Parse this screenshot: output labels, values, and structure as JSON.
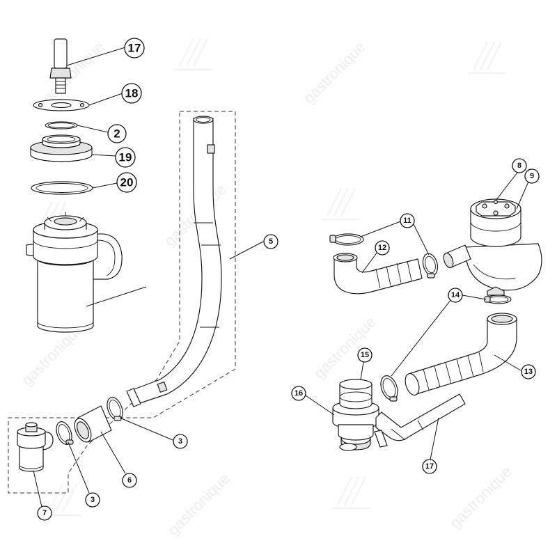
{
  "watermark": {
    "text": "gastronique"
  },
  "callouts": {
    "c17_top": "17",
    "c18": "18",
    "c2": "2",
    "c19": "19",
    "c20": "20",
    "c5": "5",
    "c3_right": "3",
    "c6": "6",
    "c3_left": "3",
    "c7": "7",
    "c8": "8",
    "c9": "9",
    "c11": "11",
    "c12": "12",
    "c14": "14",
    "c13": "13",
    "c15": "15",
    "c16": "16",
    "c17_bottom": "17"
  },
  "colors": {
    "line": "#1a1a1a",
    "fill": "#ffffff",
    "shade": "#e4e4e4"
  }
}
